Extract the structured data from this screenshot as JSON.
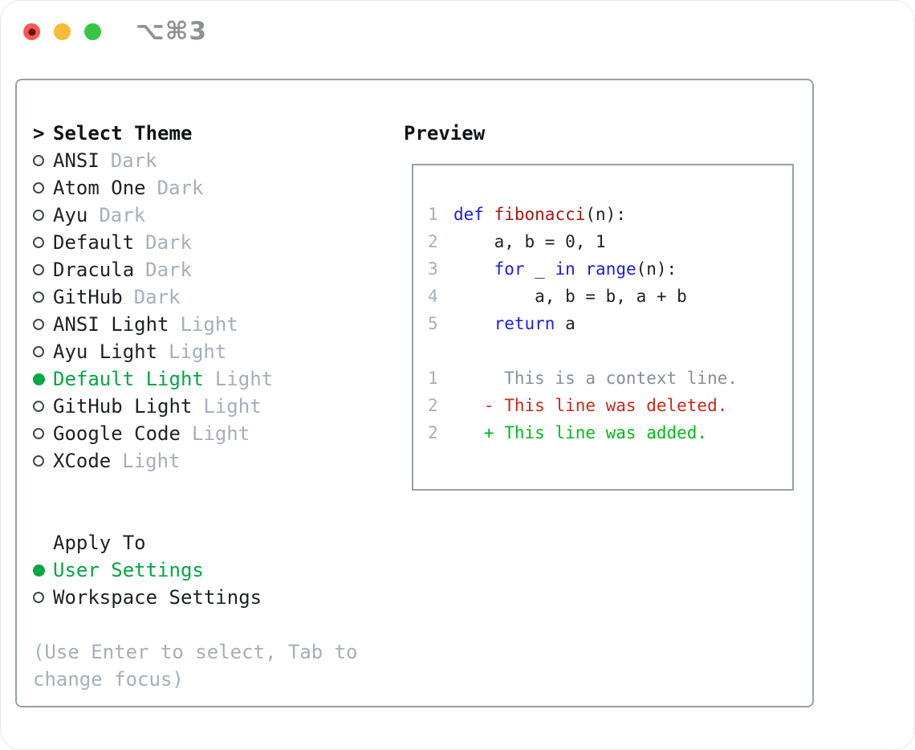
{
  "window": {
    "shortcut_label": "⌥⌘3"
  },
  "colors": {
    "panel_border_gray": "#98a1ab",
    "text_dark": "#1d2126",
    "muted_gray": "#a6afb9",
    "selection_green": "#00a83f",
    "keyword_blue": "#1d1de0",
    "function_red": "#a91612",
    "diff_deleted_red": "#c9281a",
    "diff_added_green": "#00bb17",
    "diff_context_gray": "#878f98",
    "traffic_red": "#f25a52",
    "traffic_yellow": "#f7bc33",
    "traffic_green": "#35c644"
  },
  "theme_list": {
    "header_prefix": ">",
    "header": "Select Theme",
    "items": [
      {
        "name": "ANSI",
        "variant": "Dark",
        "selected": false
      },
      {
        "name": "Atom One",
        "variant": "Dark",
        "selected": false
      },
      {
        "name": "Ayu",
        "variant": "Dark",
        "selected": false
      },
      {
        "name": "Default",
        "variant": "Dark",
        "selected": false
      },
      {
        "name": "Dracula",
        "variant": "Dark",
        "selected": false
      },
      {
        "name": "GitHub",
        "variant": "Dark",
        "selected": false
      },
      {
        "name": "ANSI Light",
        "variant": "Light",
        "selected": false
      },
      {
        "name": "Ayu Light",
        "variant": "Light",
        "selected": false
      },
      {
        "name": "Default Light",
        "variant": "Light",
        "selected": true
      },
      {
        "name": "GitHub Light",
        "variant": "Light",
        "selected": false
      },
      {
        "name": "Google Code",
        "variant": "Light",
        "selected": false
      },
      {
        "name": "XCode",
        "variant": "Light",
        "selected": false
      }
    ]
  },
  "preview": {
    "title": "Preview",
    "code_lines": [
      {
        "num": "1",
        "tokens": [
          {
            "c": "kw",
            "t": "def"
          },
          {
            "c": "p",
            "t": " "
          },
          {
            "c": "fn",
            "t": "fibonacci"
          },
          {
            "c": "p",
            "t": "(n):"
          }
        ]
      },
      {
        "num": "2",
        "tokens": [
          {
            "c": "p",
            "t": "    a, b = 0, 1"
          }
        ]
      },
      {
        "num": "3",
        "tokens": [
          {
            "c": "p",
            "t": "    "
          },
          {
            "c": "kw",
            "t": "for"
          },
          {
            "c": "p",
            "t": " _ "
          },
          {
            "c": "kw",
            "t": "in"
          },
          {
            "c": "p",
            "t": " "
          },
          {
            "c": "kw",
            "t": "range"
          },
          {
            "c": "p",
            "t": "(n):"
          }
        ]
      },
      {
        "num": "4",
        "tokens": [
          {
            "c": "p",
            "t": "        a, b = b, a + b"
          }
        ]
      },
      {
        "num": "5",
        "tokens": [
          {
            "c": "p",
            "t": "    "
          },
          {
            "c": "kw",
            "t": "return"
          },
          {
            "c": "p",
            "t": " a"
          }
        ]
      }
    ],
    "diff_lines": [
      {
        "num": "1",
        "kind": "ctx",
        "text": "     This is a context line."
      },
      {
        "num": "2",
        "kind": "del",
        "text": "   - This line was deleted."
      },
      {
        "num": "2",
        "kind": "add",
        "text": "   + This line was added."
      }
    ]
  },
  "apply_to": {
    "header": "Apply To",
    "options": [
      {
        "label": "User Settings",
        "selected": true
      },
      {
        "label": "Workspace Settings",
        "selected": false
      }
    ]
  },
  "footer": {
    "hint": "(Use Enter to select, Tab to change focus)"
  }
}
